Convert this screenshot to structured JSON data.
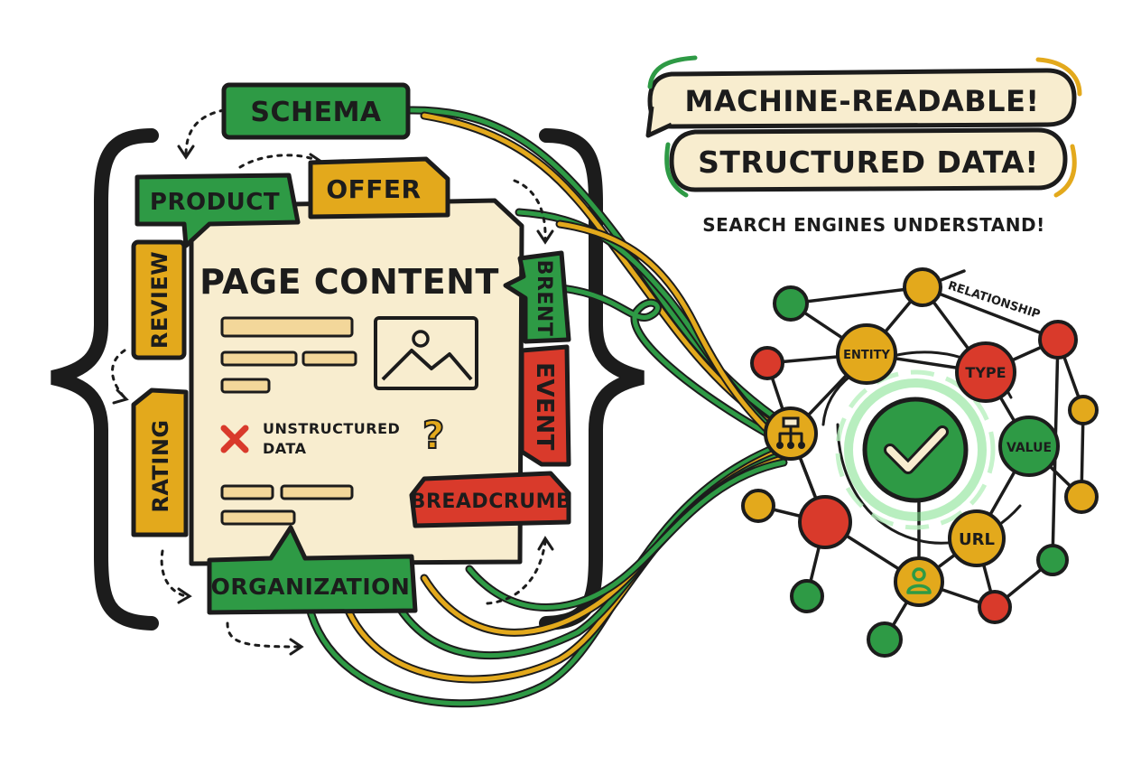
{
  "headline": {
    "line1": "MACHINE-READABLE!",
    "line2": "STRUCTURED DATA!",
    "subtitle": "SEARCH ENGINES UNDERSTAND!"
  },
  "tags": {
    "schema": "SCHEMA",
    "product": "PRODUCT",
    "offer": "OFFER",
    "review": "REVIEW",
    "rating": "RATING",
    "brent": "BRENT",
    "event": "EVENT",
    "breadcrumb": "BREADCRUMB",
    "organization": "ORGANIZATION"
  },
  "page": {
    "title": "PAGE CONTENT",
    "unstructured_line1": "UNSTRUCTURED",
    "unstructured_line2": "DATA",
    "question": "?"
  },
  "graph": {
    "relationship": "RELATIONSHIP",
    "entity": "ENTITY",
    "type": "TYPE",
    "value": "VALUE",
    "url": "URL"
  },
  "colors": {
    "green": "#2e9a45",
    "yellow": "#e3a91c",
    "red": "#d93a2b",
    "cream": "#f8edcf",
    "ink": "#1c1c1c"
  },
  "icons": [
    "check-icon",
    "image-icon",
    "x-icon",
    "sitemap-icon",
    "person-icon",
    "question-icon"
  ]
}
